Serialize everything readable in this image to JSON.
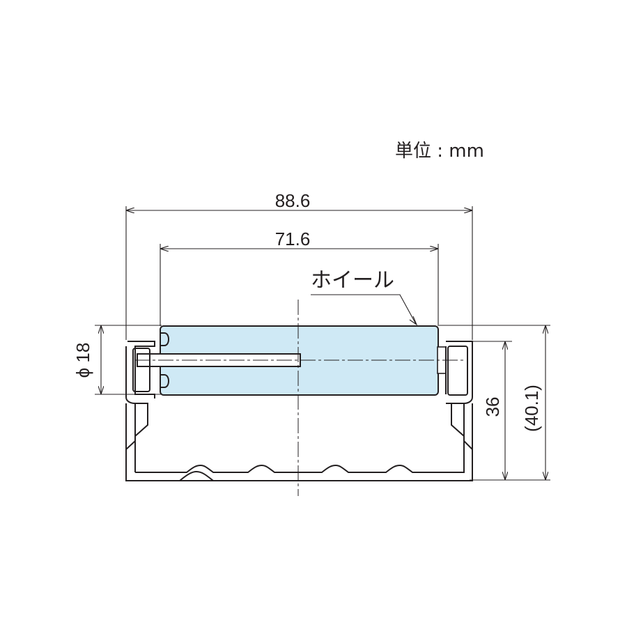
{
  "unit_label": "単位 : mm",
  "dimensions": {
    "overall_width": "88.6",
    "wheel_width": "71.6",
    "wheel_diameter": "ϕ 18",
    "height": "36",
    "overall_height": "(40.1)"
  },
  "callout": {
    "wheel": "ホイール"
  },
  "colors": {
    "wheel_fill": "#cfe9f5",
    "line": "#231f20"
  }
}
